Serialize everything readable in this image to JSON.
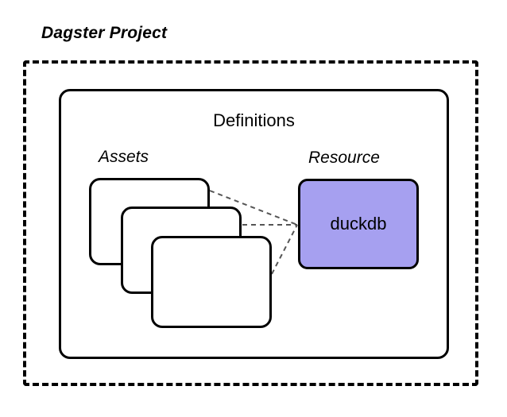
{
  "diagram": {
    "type": "block-diagram",
    "project": {
      "label": "Dagster Project",
      "border_style": "dashed",
      "border_color": "#000000"
    },
    "definitions": {
      "label": "Definitions",
      "border_style": "solid",
      "border_color": "#000000"
    },
    "groups": [
      {
        "id": "assets",
        "label": "Assets"
      },
      {
        "id": "resource",
        "label": "Resource"
      }
    ],
    "assets": [
      {
        "id": "asset-1",
        "label": ""
      },
      {
        "id": "asset-2",
        "label": ""
      },
      {
        "id": "asset-3",
        "label": ""
      }
    ],
    "resource": {
      "label": "duckdb",
      "fill_color": "#a6a0f0",
      "border_color": "#000000"
    },
    "connections": [
      {
        "from": "asset-1",
        "to": "resource",
        "style": "dashed"
      },
      {
        "from": "asset-2",
        "to": "resource",
        "style": "dashed"
      },
      {
        "from": "asset-3",
        "to": "resource",
        "style": "dashed"
      }
    ]
  }
}
